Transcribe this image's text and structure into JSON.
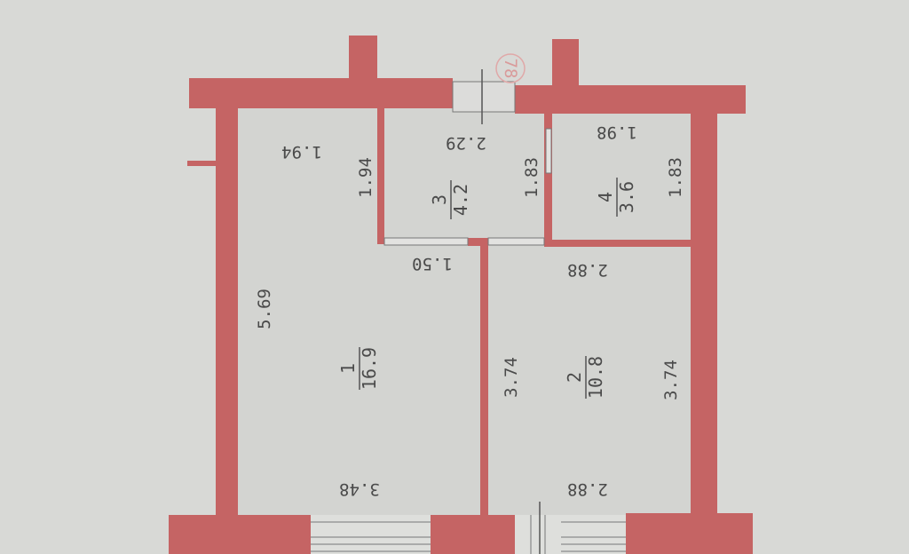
{
  "plan": {
    "apartment_number": "78",
    "colors": {
      "wall": "#c56464",
      "paper": "#d8d9d6",
      "text": "#4a4a4a"
    },
    "rooms": [
      {
        "number": "1",
        "area": "16.9",
        "dims": {
          "top_width": "1.94",
          "top_height": "1.94",
          "length": "5.69",
          "mid_width": "1.50",
          "bottom_width": "3.48"
        }
      },
      {
        "number": "2",
        "area": "10.8",
        "dims": {
          "top_width": "2.88",
          "left_length": "3.74",
          "right_length": "3.74",
          "bottom_width": "2.88"
        }
      },
      {
        "number": "3",
        "area": "4.2",
        "dims": {
          "width": "2.29",
          "length": "1.83"
        }
      },
      {
        "number": "4",
        "area": "3.6",
        "dims": {
          "width": "1.98",
          "length": "1.83"
        }
      }
    ]
  }
}
